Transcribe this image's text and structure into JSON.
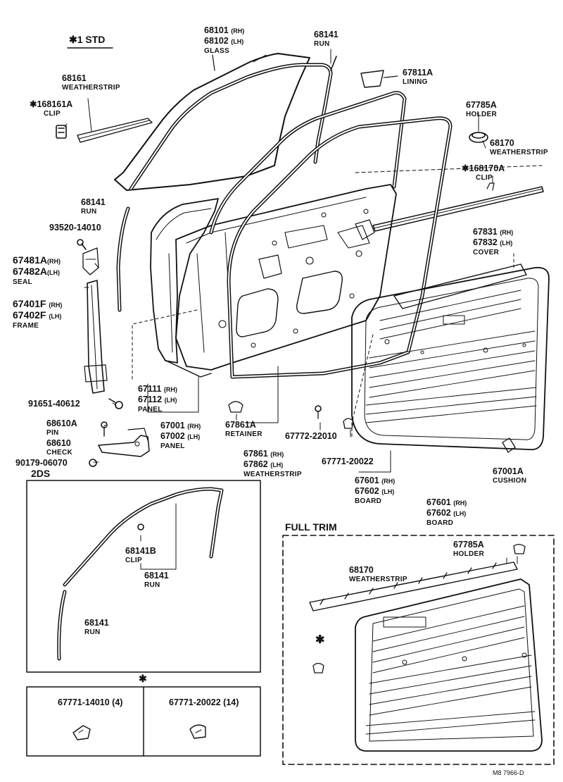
{
  "std_marker": "✱1 STD",
  "two_door": "2DS",
  "full_trim": "FULL TRIM",
  "asterisk": "✱",
  "footer_code": "M8 7966-D",
  "labels": {
    "glass": {
      "p1": "68101",
      "s1": "(RH)",
      "p2": "68102",
      "s2": "(LH)",
      "name": "GLASS"
    },
    "run_top": {
      "p1": "68141",
      "name": "RUN"
    },
    "lining": {
      "p1": "67811A",
      "name": "LINING"
    },
    "weatherstrip_outer": {
      "p1": "68161",
      "name": "WEATHERSTRIP"
    },
    "clip_outer": {
      "p1": "✱168161A",
      "name": "CLIP"
    },
    "holder": {
      "p1": "67785A",
      "name": "HOLDER"
    },
    "weatherstrip_inner": {
      "p1": "68170",
      "name": "WEATHERSTRIP"
    },
    "clip_inner": {
      "p1": "✱168170A",
      "name": "CLIP"
    },
    "run_left": {
      "p1": "68141",
      "name": "RUN"
    },
    "bolt_93520": {
      "p1": "93520-14010"
    },
    "seal": {
      "p1": "67481A",
      "s1": "(RH)",
      "p2": "67482A",
      "s2": "(LH)",
      "name": "SEAL"
    },
    "cover": {
      "p1": "67831",
      "s1": "(RH)",
      "p2": "67832",
      "s2": "(LH)",
      "name": "COVER"
    },
    "frame": {
      "p1": "67401F",
      "s1": "(RH)",
      "p2": "67402F",
      "s2": "(LH)",
      "name": "FRAME"
    },
    "bolt_91651": {
      "p1": "91651-40612"
    },
    "panel_inner": {
      "p1": "67111",
      "s1": "(RH)",
      "p2": "67112",
      "s2": "(LH)",
      "name": "PANEL"
    },
    "panel_outer": {
      "p1": "67001",
      "s1": "(RH)",
      "p2": "67002",
      "s2": "(LH)",
      "name": "PANEL"
    },
    "retainer": {
      "p1": "67861A",
      "name": "RETAINER"
    },
    "screw_67772": {
      "p1": "67772-22010"
    },
    "pin": {
      "p1": "68610A",
      "name": "PIN"
    },
    "check": {
      "p1": "68610",
      "name": "CHECK"
    },
    "bolt_90179": {
      "p1": "90179-06070"
    },
    "weatherstrip_door": {
      "p1": "67861",
      "s1": "(RH)",
      "p2": "67862",
      "s2": "(LH)",
      "name": "WEATHERSTRIP"
    },
    "clip_67771": {
      "p1": "67771-20022"
    },
    "board": {
      "p1": "67601",
      "s1": "(RH)",
      "p2": "67602",
      "s2": "(LH)",
      "name": "BOARD"
    },
    "cushion": {
      "p1": "67001A",
      "name": "CUSHION"
    },
    "clip_68141b": {
      "p1": "68141B",
      "name": "CLIP"
    },
    "run_2ds_a": {
      "p1": "68141",
      "name": "RUN"
    },
    "run_2ds_b": {
      "p1": "68141",
      "name": "RUN"
    },
    "board_full": {
      "p1": "67601",
      "s1": "(RH)",
      "p2": "67602",
      "s2": "(LH)",
      "name": "BOARD"
    },
    "holder_full": {
      "p1": "67785A",
      "name": "HOLDER"
    },
    "weatherstrip_full": {
      "p1": "68170",
      "name": "WEATHERSTRIP"
    },
    "clip_14010": {
      "p1": "67771-14010 (4)"
    },
    "clip_20022_14": {
      "p1": "67771-20022 (14)"
    }
  }
}
